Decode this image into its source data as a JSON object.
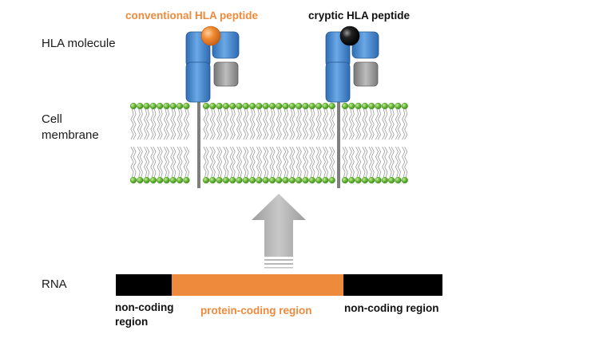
{
  "labels": {
    "hla_molecule": "HLA molecule",
    "cell": "Cell",
    "membrane": "membrane",
    "rna": "RNA",
    "conventional_peptide": "conventional HLA peptide",
    "cryptic_peptide": "cryptic HLA peptide",
    "noncoding_left_1": "non-coding",
    "noncoding_left_2": "region",
    "protein_coding": "protein-coding region",
    "noncoding_right": "non-coding region"
  },
  "colors": {
    "orange": "#ee8a3c",
    "black": "#000000",
    "hla_blue": "#4d8fd3",
    "hla_grey": "#9a9a9a",
    "lipid_green": "#6dbb3c",
    "arrow_grey": "#b0b0b0",
    "stem_grey": "#7f7f7f"
  },
  "icons": {
    "conventional_peptide": "orange-peptide-ball",
    "cryptic_peptide": "black-peptide-ball",
    "transport": "up-arrow-icon"
  }
}
